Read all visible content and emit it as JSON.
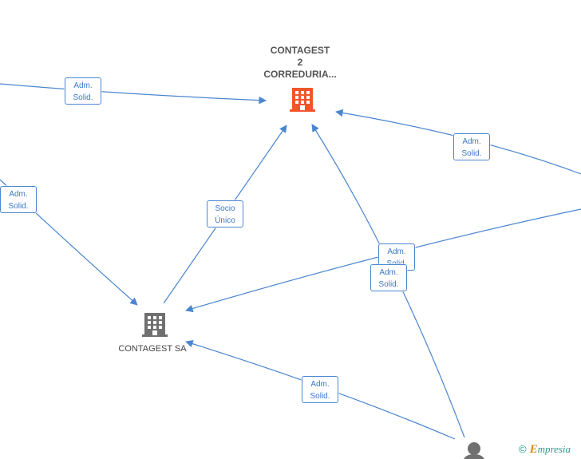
{
  "colors": {
    "edge": "#4a86d0",
    "main_company": "#f0562a",
    "company": "#707070",
    "person": "#707070"
  },
  "nodes": {
    "contagest2": {
      "lines": [
        "CONTAGEST",
        "2",
        "CORREDURIA..."
      ],
      "icon": "building-icon"
    },
    "contagest_sa": {
      "label": "CONTAGEST SA",
      "icon": "building-icon"
    },
    "person": {
      "icon": "person-icon"
    }
  },
  "edge_labels": [
    {
      "id": "e1",
      "line1": "Adm.",
      "line2": "Solid."
    },
    {
      "id": "e2",
      "line1": "Adm.",
      "line2": "Solid."
    },
    {
      "id": "e3",
      "line1": "Socio",
      "line2": "Único"
    },
    {
      "id": "e4",
      "line1": "Adm.",
      "line2": "Solid."
    },
    {
      "id": "e5",
      "line1": "Adm.",
      "line2": "Solid."
    },
    {
      "id": "e6",
      "line1": "Adm.",
      "line2": "Solid."
    },
    {
      "id": "e7",
      "line1": "Adm.",
      "line2": "Solid."
    }
  ],
  "brand": {
    "copyright": "©",
    "first_letter": "E",
    "rest": "mpresia"
  }
}
